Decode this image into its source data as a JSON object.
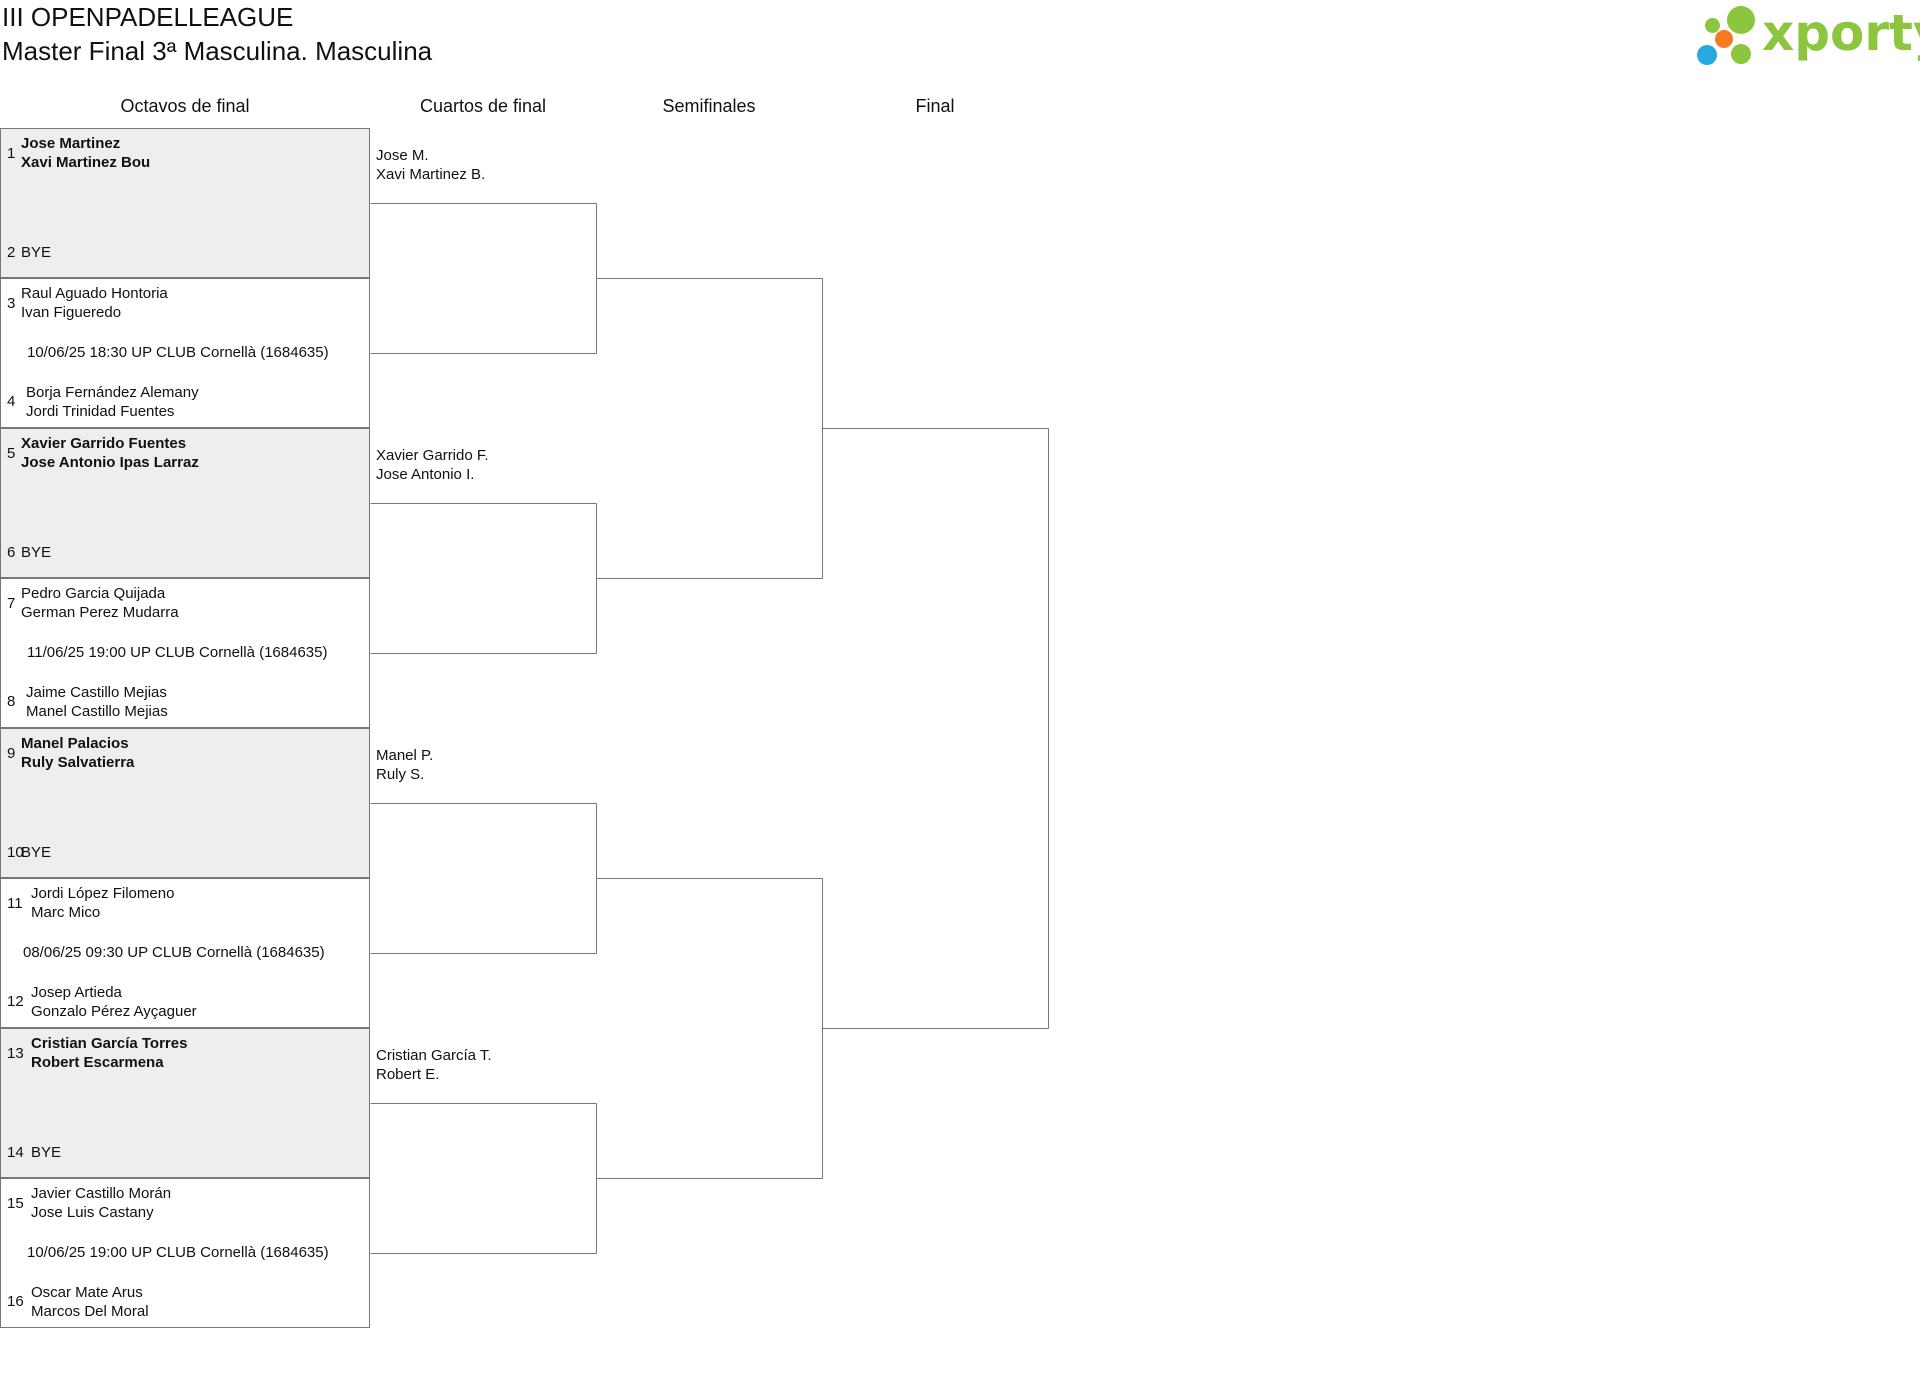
{
  "header": {
    "tournament": "III OPENPADELLEAGUE",
    "category": "Master Final 3ª Masculina. Masculina",
    "logo_text": "xporty"
  },
  "colors": {
    "brand_green": "#8cc63f",
    "dot_orange": "#f47b20",
    "dot_blue": "#29a8e0",
    "bye_bg": "#eeeeee",
    "line": "#777777"
  },
  "rounds": [
    "Octavos de final",
    "Cuartos de final",
    "Semifinales",
    "Final"
  ],
  "matches": [
    {
      "top": {
        "seed": "1",
        "p1": "Jose Martinez",
        "p2": "Xavi Martinez Bou"
      },
      "bottom": {
        "seed": "2",
        "p1": "BYE",
        "p2": ""
      },
      "info": ""
    },
    {
      "top": {
        "seed": "3",
        "p1": "Raul Aguado Hontoria",
        "p2": "Ivan Figueredo"
      },
      "bottom": {
        "seed": "4",
        "p1": "Borja Fernández Alemany",
        "p2": "Jordi Trinidad Fuentes"
      },
      "info": "10/06/25 18:30 UP CLUB Cornellà (1684635)"
    },
    {
      "top": {
        "seed": "5",
        "p1": "Xavier Garrido Fuentes",
        "p2": "Jose Antonio Ipas Larraz"
      },
      "bottom": {
        "seed": "6",
        "p1": "BYE",
        "p2": ""
      },
      "info": ""
    },
    {
      "top": {
        "seed": "7",
        "p1": "Pedro Garcia Quijada",
        "p2": "German Perez Mudarra"
      },
      "bottom": {
        "seed": "8",
        "p1": "Jaime Castillo Mejias",
        "p2": "Manel Castillo Mejias"
      },
      "info": "11/06/25 19:00 UP CLUB Cornellà (1684635)"
    },
    {
      "top": {
        "seed": "9",
        "p1": "Manel Palacios",
        "p2": "Ruly Salvatierra"
      },
      "bottom": {
        "seed": "10",
        "p1": "BYE",
        "p2": ""
      },
      "info": ""
    },
    {
      "top": {
        "seed": "11",
        "p1": "Jordi López Filomeno",
        "p2": "Marc Mico"
      },
      "bottom": {
        "seed": "12",
        "p1": "Josep Artieda",
        "p2": "Gonzalo Pérez Ayçaguer"
      },
      "info": "08/06/25 09:30 UP CLUB Cornellà (1684635)"
    },
    {
      "top": {
        "seed": "13",
        "p1": "Cristian García Torres",
        "p2": "Robert Escarmena"
      },
      "bottom": {
        "seed": "14",
        "p1": "BYE",
        "p2": ""
      },
      "info": ""
    },
    {
      "top": {
        "seed": "15",
        "p1": "Javier Castillo Morán",
        "p2": "Jose Luis Castany"
      },
      "bottom": {
        "seed": "16",
        "p1": "Oscar Mate Arus",
        "p2": "Marcos Del Moral"
      },
      "info": "10/06/25 19:00 UP CLUB Cornellà (1684635)"
    }
  ],
  "quarter_entries": [
    {
      "p1": "Jose M.",
      "p2": "Xavi Martinez B."
    },
    {
      "p1": "Xavier Garrido F.",
      "p2": "Jose Antonio I."
    },
    {
      "p1": "Manel P.",
      "p2": "Ruly S."
    },
    {
      "p1": "Cristian García T.",
      "p2": "Robert E."
    }
  ]
}
